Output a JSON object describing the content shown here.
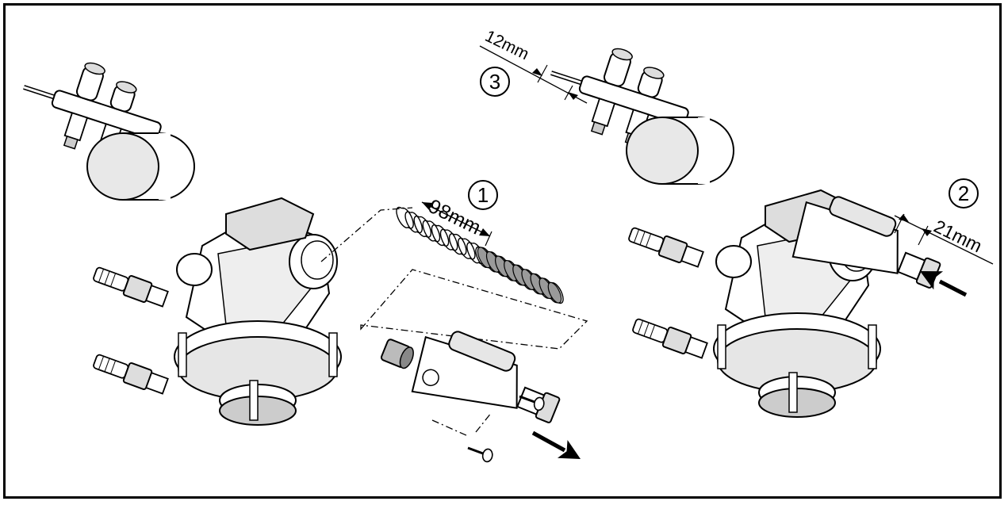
{
  "title": "",
  "steps": {
    "step1": "1",
    "step2": "2",
    "step3": "3"
  },
  "dimensions": {
    "spring_length": "98mm",
    "bolt_length": "21mm",
    "small_bolt_length": "12mm"
  },
  "colors": {
    "stroke": "#000000",
    "fill_light": "#ffffff",
    "fill_shade": "#d9d9d9",
    "fill_dark": "#9a9a9a"
  },
  "icons": {
    "step_marker": "circled-number",
    "motion_arrow": "arrow-icon"
  }
}
